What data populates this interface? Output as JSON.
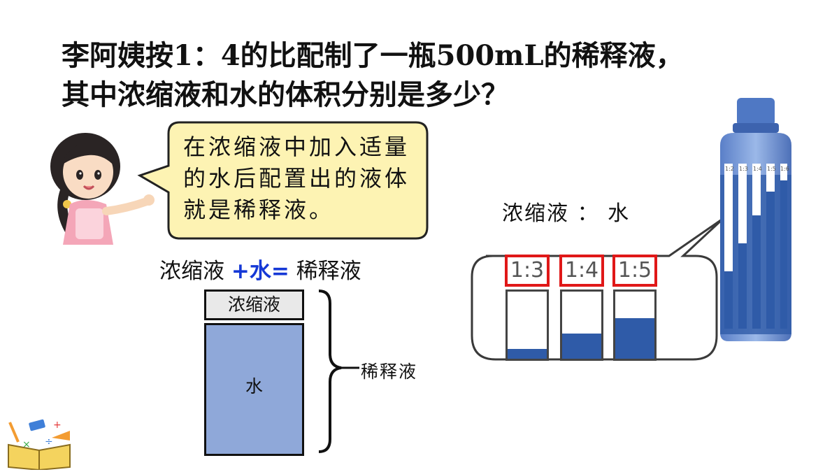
{
  "title": {
    "line1": "李阿姨按1：4的比配制了一瓶500mL的稀释液，",
    "line2": "其中浓缩液和水的体积分别是多少？"
  },
  "bubble": {
    "text": "在浓缩液中加入适量的水后配置出的液体就是稀释液。"
  },
  "formula": {
    "concentrate": "浓缩液",
    "plus": "+",
    "water": "水",
    "equals": "=",
    "diluted": "稀释液"
  },
  "diagram": {
    "concentrate_label": "浓缩液",
    "water_label": "水",
    "diluted_label": "稀释液"
  },
  "ratio_caption": "浓缩液 ： 水",
  "cups": [
    {
      "label": "1:3",
      "fill_fraction": 0.15
    },
    {
      "label": "1:4",
      "fill_fraction": 0.38
    },
    {
      "label": "1:5",
      "fill_fraction": 0.6
    }
  ],
  "bottle_labels": [
    "1:2",
    "1:3",
    "1:4",
    "1:5",
    "1:6"
  ],
  "colors": {
    "water_block": "#8fa8d9",
    "bubble_fill": "#fdf3b3",
    "ratio_border": "#e01818",
    "liquid": "#2f5ba8",
    "operator": "#1538d6"
  }
}
